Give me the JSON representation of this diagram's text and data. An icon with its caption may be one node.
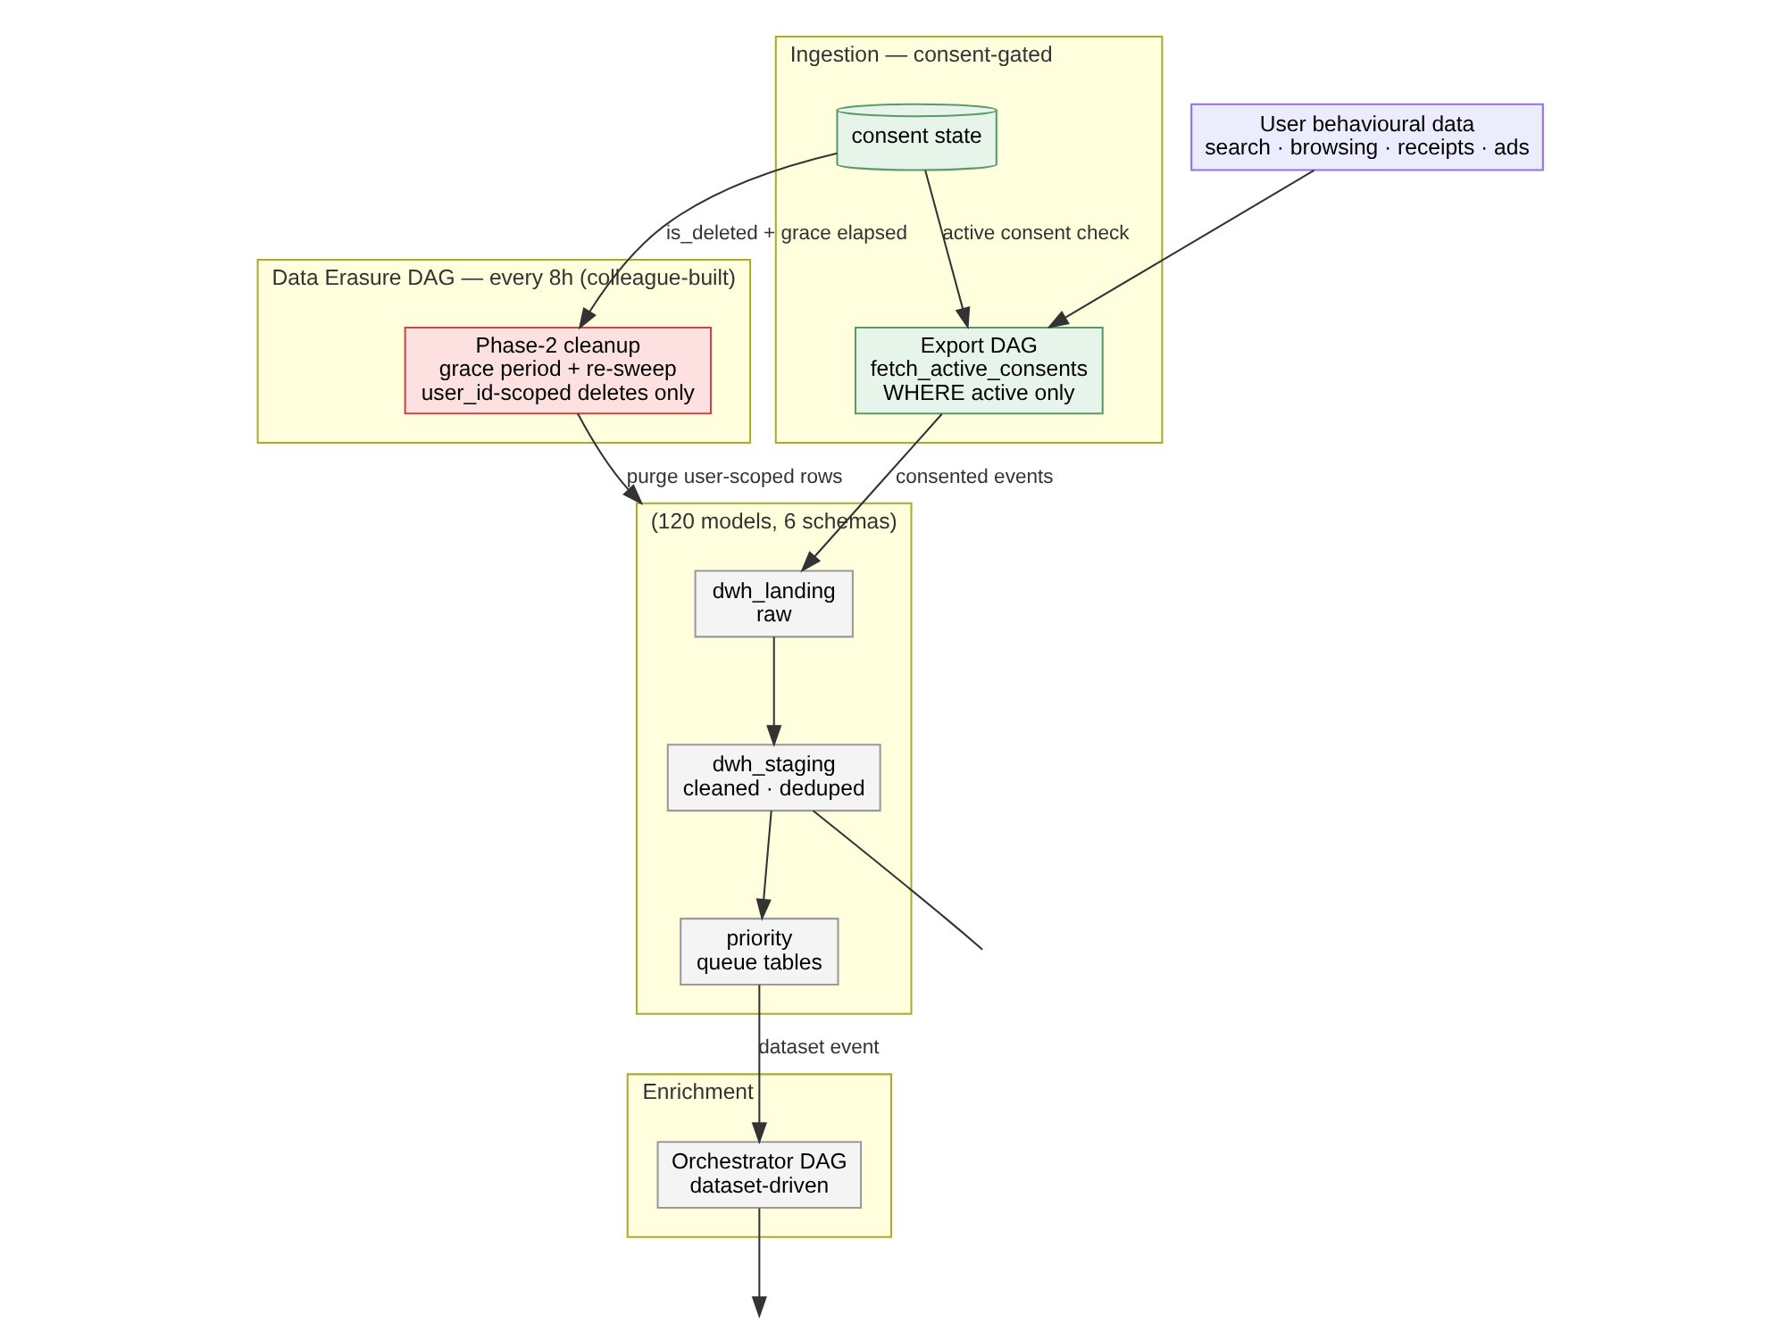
{
  "diagram": {
    "nodes": [
      {
        "text": [
          "Ingestion — consent-gated"
        ]
      },
      {
        "text": [
          "consent state"
        ],
        "in": 0
      },
      {
        "text": [
          "Export DAG",
          "fetch_active_consents",
          "WHERE active only"
        ],
        "in": 0
      },
      {
        "text": [
          "User behavioural data",
          "search · browsing · receipts · ads"
        ]
      },
      {
        "text": [
          "(120 models, 6 schemas)"
        ]
      },
      {
        "text": [
          "dwh_landing",
          "raw"
        ],
        "in": 4
      },
      {
        "text": [
          "dwh_staging",
          "cleaned · deduped"
        ],
        "in": 4
      },
      {
        "text": [
          "priority",
          "queue tables"
        ],
        "in": 4
      },
      {
        "text": [
          "Data Erasure DAG — every 8h (colleague-built)"
        ]
      },
      {
        "text": [
          "Phase-2 cleanup",
          "grace period + re-sweep",
          "user_id-scoped deletes only"
        ],
        "in": 8
      },
      {
        "text": [
          "Enrichment"
        ]
      },
      {
        "text": [
          "Orchestrator DAG",
          "dataset-driven"
        ],
        "in": 10
      }
    ],
    "edges": [
      {
        "from": 1,
        "to": 2,
        "arrow": "to",
        "label": "active consent check"
      },
      {
        "from": 3,
        "to": 2,
        "arrow": "to"
      },
      {
        "from": 1,
        "to": 9,
        "arrow": "to",
        "label": "is_deleted + grace elapsed"
      },
      {
        "from": 2,
        "to": 5,
        "arrow": "to",
        "label": "consented events"
      },
      {
        "from": 5,
        "to": 6,
        "arrow": "to"
      },
      {
        "from": 6,
        "to": 7,
        "arrow": "to"
      },
      {
        "from": 7,
        "to": 11,
        "arrow": "to",
        "label": "dataset event"
      },
      {
        "from": 9,
        "to": 4,
        "arrow": "to",
        "label": "purge user-scoped rows"
      },
      {
        "from": 6,
        "to": null,
        "arrow": "none"
      },
      {
        "from": 11,
        "to": null,
        "arrow": "to"
      }
    ]
  }
}
